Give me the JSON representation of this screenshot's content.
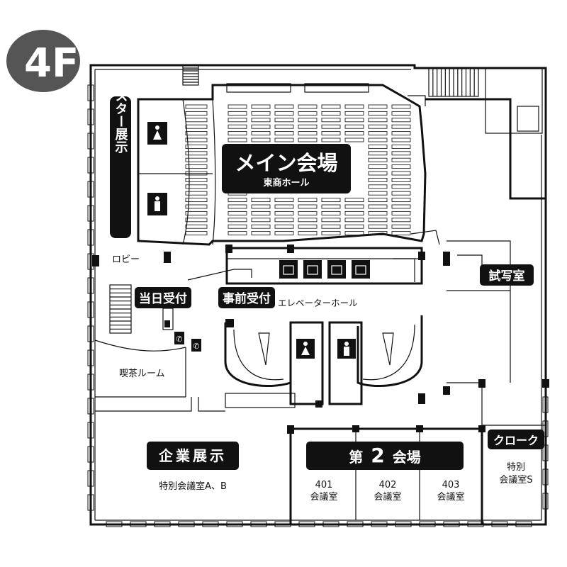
{
  "floor": "4F",
  "rooms": {
    "main_hall": {
      "title": "メイン会場",
      "subtitle": "東商ホール"
    },
    "poster": {
      "title": "ポスター展示"
    },
    "lobby": "ロビー",
    "reception_today": "当日受付",
    "reception_advance": "事前受付",
    "elevator_hall": "エレベーターホール",
    "cafe": "喫茶ルーム",
    "trial_room": "試写室",
    "corporate": {
      "title": "企業展示",
      "room": "特別会議室A、B"
    },
    "second_hall": {
      "title_a": "第",
      "title_num": "2",
      "title_b": "会場"
    },
    "rooms_400": [
      {
        "num": "401",
        "name": "会議室"
      },
      {
        "num": "402",
        "name": "会議室"
      },
      {
        "num": "403",
        "name": "会議室"
      }
    ],
    "cloak": "クローク",
    "special_s": {
      "line1": "特別",
      "line2": "会議室S"
    }
  },
  "colors": {
    "label_bg": "#111111",
    "badge_bg": "#555555"
  },
  "icons": [
    "restroom-female-icon",
    "restroom-male-icon",
    "elevator-icon",
    "phone-icon"
  ]
}
